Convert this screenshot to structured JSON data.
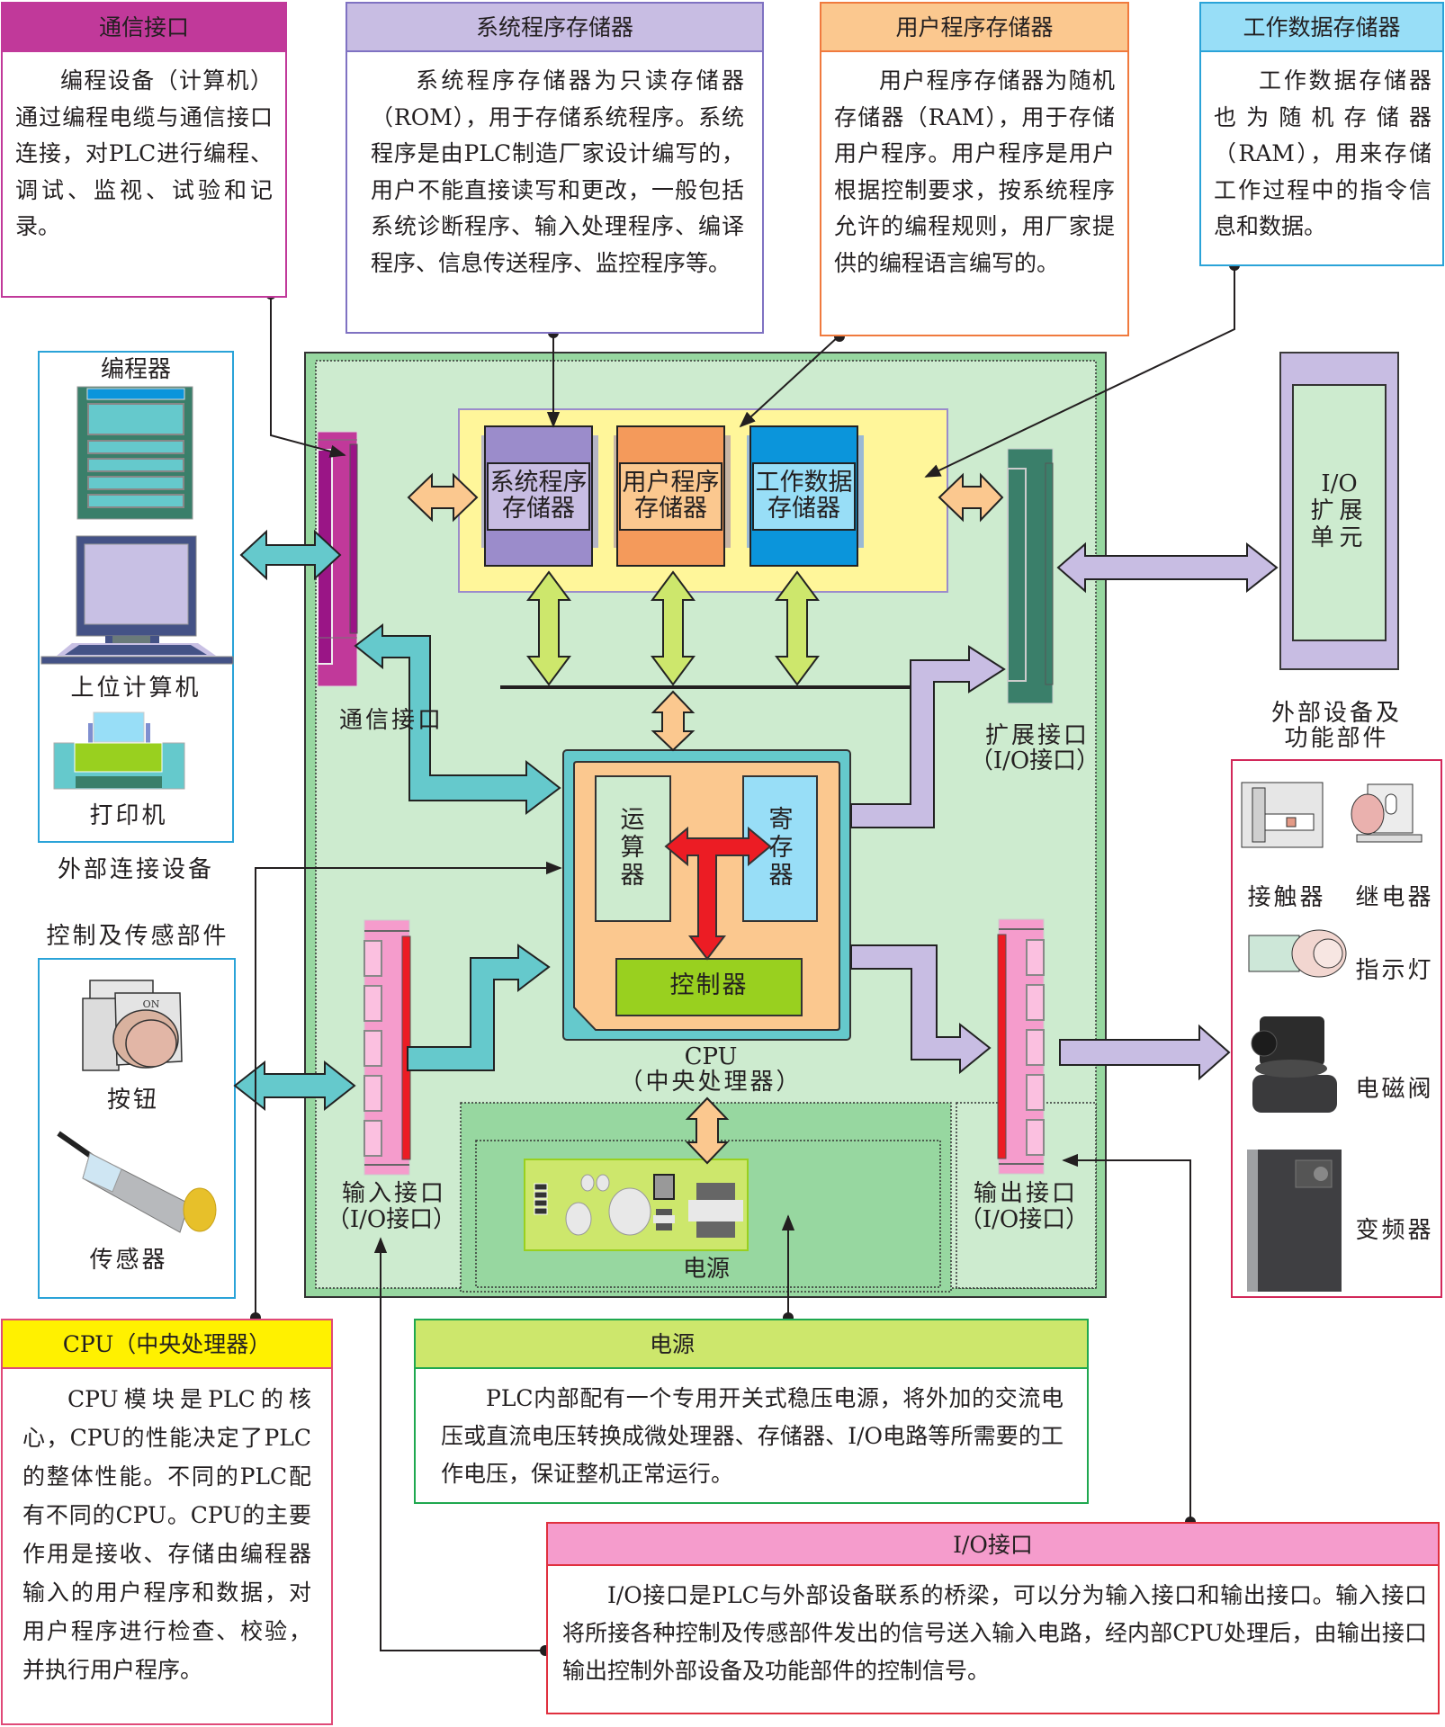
{
  "colors": {
    "comm_interface": "#c1399a",
    "system_memory": "#9b8ccb",
    "user_memory": "#f49a5b",
    "data_memory": "#0b95db",
    "plc_board": "#cdebcf",
    "plc_border": "#97d7a0",
    "cpu_frame": "#65c9cc",
    "cpu_inner": "#fbc88f",
    "controller": "#99d01f",
    "register": "#98def7",
    "input_interface": "#f59ccc",
    "ext_interface": "#3a7f6a",
    "io_ext_unit": "#c8bde3",
    "power_board": "#cde76c"
  },
  "callouts": {
    "comm": {
      "title": "通信接口",
      "body": "编程设备（计算机）通过编程电缆与通信接口连接，对PLC进行编程、调试、监视、试验和记录。"
    },
    "system_memory": {
      "title": "系统程序存储器",
      "body": "系统程序存储器为只读存储器（ROM），用于存储系统程序。系统程序是由PLC制造厂家设计编写的，用户不能直接读写和更改，一般包括系统诊断程序、输入处理程序、编译程序、信息传送程序、监控程序等。"
    },
    "user_memory": {
      "title": "用户程序存储器",
      "body": "用户程序存储器为随机存储器（RAM），用于存储用户程序。用户程序是用户根据控制要求，按系统程序允许的编程规则，用厂家提供的编程语言编写的。"
    },
    "data_memory": {
      "title": "工作数据存储器",
      "body": "工作数据存储器也为随机存储器（RAM），用来存储工作过程中的指令信息和数据。"
    },
    "cpu": {
      "title": "CPU（中央处理器）",
      "body": "CPU模块是PLC的核心，CPU的性能决定了PLC的整体性能。不同的PLC配有不同的CPU。CPU的主要作用是接收、存储由编程器输入的用户程序和数据，对用户程序进行检查、校验，并执行用户程序。"
    },
    "power": {
      "title": "电源",
      "body": "PLC内部配有一个专用开关式稳压电源，将外加的交流电压或直流电压转换成微处理器、存储器、I/O电路等所需要的工作电压，保证整机正常运行。"
    },
    "io": {
      "title": "I/O接口",
      "body": "I/O接口是PLC与外部设备联系的桥梁，可以分为输入接口和输出接口。输入接口将所接各种控制及传感部件发出的信号送入输入电路，经内部CPU处理后，由输出接口输出控制外部设备及功能部件的控制信号。"
    }
  },
  "external_connect": {
    "caption": "外部连接设备",
    "items": [
      "编程器",
      "上位计算机",
      "打印机"
    ]
  },
  "control_sensor": {
    "caption": "控制及传感部件",
    "items": [
      "按钮",
      "传感器"
    ],
    "button_marking": "ON"
  },
  "external_devices": {
    "caption_line1": "外部设备及",
    "caption_line2": "功能部件",
    "items": [
      "接触器",
      "继电器",
      "指示灯",
      "电磁阀",
      "变频器"
    ]
  },
  "io_ext_unit": {
    "line1": "I/O",
    "line2": "扩展",
    "line3": "单元"
  },
  "plc": {
    "memory_blocks": [
      {
        "line1": "系统程序",
        "line2": "存储器"
      },
      {
        "line1": "用户程序",
        "line2": "存储器"
      },
      {
        "line1": "工作数据",
        "line2": "存储器"
      }
    ],
    "comm_label": "通信接口",
    "ext_label_line1": "扩展接口",
    "ext_label_line2": "（I/O接口）",
    "input_label_line1": "输入接口",
    "input_label_line2": "（I/O接口）",
    "output_label_line1": "输出接口",
    "output_label_line2": "（I/O接口）",
    "cpu": {
      "alu": "运算器",
      "register": "寄存器",
      "controller": "控制器",
      "label_line1": "CPU",
      "label_line2": "（中央处理器）"
    },
    "power_label": "电源"
  }
}
